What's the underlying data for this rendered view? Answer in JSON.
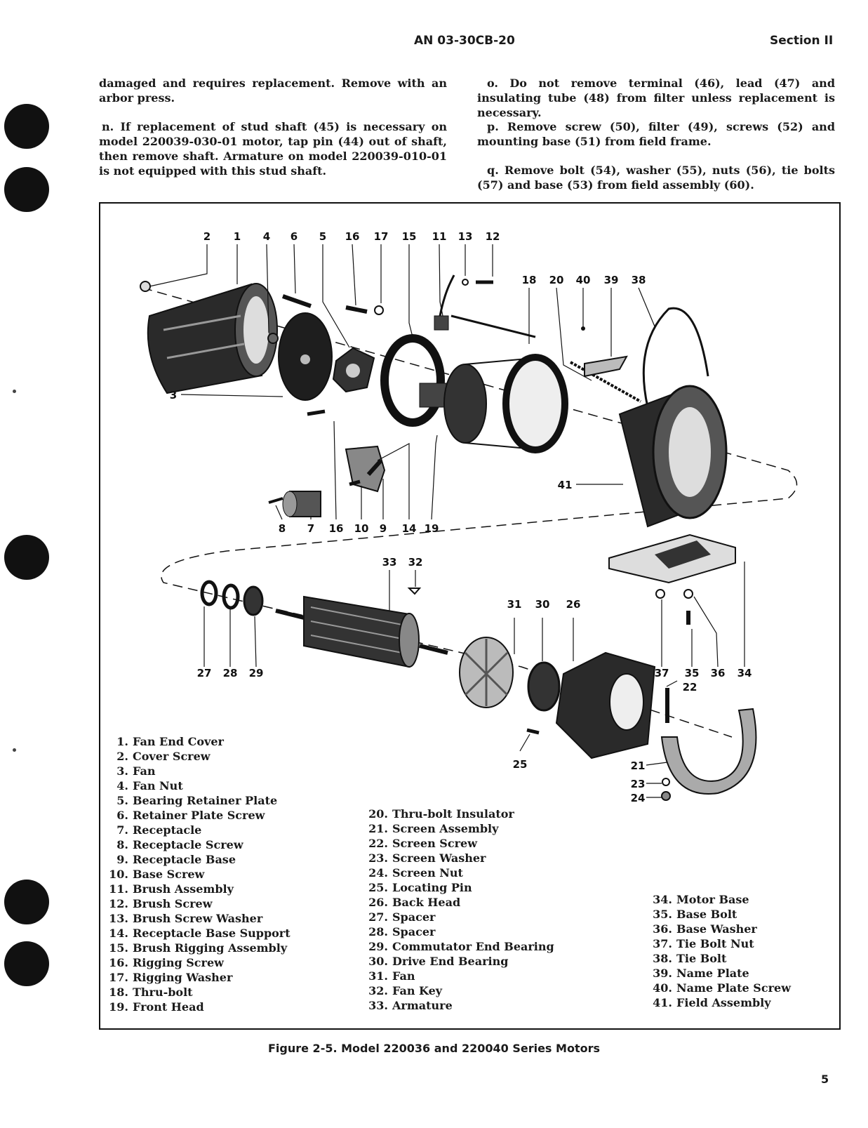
{
  "header": {
    "doc_number": "AN 03-30CB-20",
    "section": "Section II"
  },
  "left_column": [
    "damaged and requires replacement.  Remove with an arbor press.",
    "n.  If replacement of stud shaft (45) is necessary on model 220039-030-01 motor, tap pin (44) out of shaft, then remove shaft.  Armature on model 220039-010-01 is not equipped with this stud shaft."
  ],
  "right_column": [
    "o.  Do not remove terminal (46), lead (47) and insulating tube (48) from filter unless replacement is necessary.",
    "p.  Remove screw (50), filter (49), screws (52) and mounting base (51) from field frame.",
    "q.  Remove bolt (54), washer (55), nuts (56), tie bolts (57) and base (53) from field assembly (60)."
  ],
  "callouts": {
    "c2": "2",
    "c1": "1",
    "c4": "4",
    "c6": "6",
    "c5": "5",
    "c16a": "16",
    "c17": "17",
    "c15": "15",
    "c11": "11",
    "c13": "13",
    "c12": "12",
    "c18": "18",
    "c20": "20",
    "c40": "40",
    "c39": "39",
    "c38": "38",
    "c3": "3",
    "c41": "41",
    "c8": "8",
    "c7": "7",
    "c16b": "16",
    "c10": "10",
    "c9": "9",
    "c14": "14",
    "c19": "19",
    "c33": "33",
    "c32": "32",
    "c31": "31",
    "c30": "30",
    "c26": "26",
    "c27": "27",
    "c28": "28",
    "c29": "29",
    "c37": "37",
    "c35": "35",
    "c36": "36",
    "c34": "34",
    "c22": "22",
    "c25": "25",
    "c21": "21",
    "c23": "23",
    "c24": "24"
  },
  "legend_col1": [
    {
      "num": "1.",
      "name": "Fan End Cover"
    },
    {
      "num": "2.",
      "name": "Cover Screw"
    },
    {
      "num": "3.",
      "name": "Fan"
    },
    {
      "num": "4.",
      "name": "Fan Nut"
    },
    {
      "num": "5.",
      "name": "Bearing Retainer Plate"
    },
    {
      "num": "6.",
      "name": "Retainer Plate Screw"
    },
    {
      "num": "7.",
      "name": "Receptacle"
    },
    {
      "num": "8.",
      "name": "Receptacle Screw"
    },
    {
      "num": "9.",
      "name": "Receptacle Base"
    },
    {
      "num": "10.",
      "name": "Base Screw"
    },
    {
      "num": "11.",
      "name": "Brush Assembly"
    },
    {
      "num": "12.",
      "name": "Brush Screw"
    },
    {
      "num": "13.",
      "name": "Brush Screw Washer"
    },
    {
      "num": "14.",
      "name": "Receptacle Base Support"
    },
    {
      "num": "15.",
      "name": "Brush Rigging Assembly"
    },
    {
      "num": "16.",
      "name": "Rigging Screw"
    },
    {
      "num": "17.",
      "name": "Rigging Washer"
    },
    {
      "num": "18.",
      "name": "Thru-bolt"
    },
    {
      "num": "19.",
      "name": "Front Head"
    }
  ],
  "legend_col2": [
    {
      "num": "20.",
      "name": "Thru-bolt Insulator"
    },
    {
      "num": "21.",
      "name": "Screen Assembly"
    },
    {
      "num": "22.",
      "name": "Screen Screw"
    },
    {
      "num": "23.",
      "name": "Screen Washer"
    },
    {
      "num": "24.",
      "name": "Screen Nut"
    },
    {
      "num": "25.",
      "name": "Locating Pin"
    },
    {
      "num": "26.",
      "name": "Back Head"
    },
    {
      "num": "27.",
      "name": "Spacer"
    },
    {
      "num": "28.",
      "name": "Spacer"
    },
    {
      "num": "29.",
      "name": "Commutator End Bearing"
    },
    {
      "num": "30.",
      "name": "Drive End Bearing"
    },
    {
      "num": "31.",
      "name": "Fan"
    },
    {
      "num": "32.",
      "name": "Fan Key"
    },
    {
      "num": "33.",
      "name": "Armature"
    }
  ],
  "legend_col3": [
    {
      "num": "34.",
      "name": "Motor Base"
    },
    {
      "num": "35.",
      "name": "Base Bolt"
    },
    {
      "num": "36.",
      "name": "Base Washer"
    },
    {
      "num": "37.",
      "name": "Tie Bolt Nut"
    },
    {
      "num": "38.",
      "name": "Tie Bolt"
    },
    {
      "num": "39.",
      "name": "Name Plate"
    },
    {
      "num": "40.",
      "name": "Name Plate Screw"
    },
    {
      "num": "41.",
      "name": "Field Assembly"
    }
  ],
  "caption": "Figure 2-5.  Model 220036 and 220040 Series Motors",
  "page_number": "5"
}
